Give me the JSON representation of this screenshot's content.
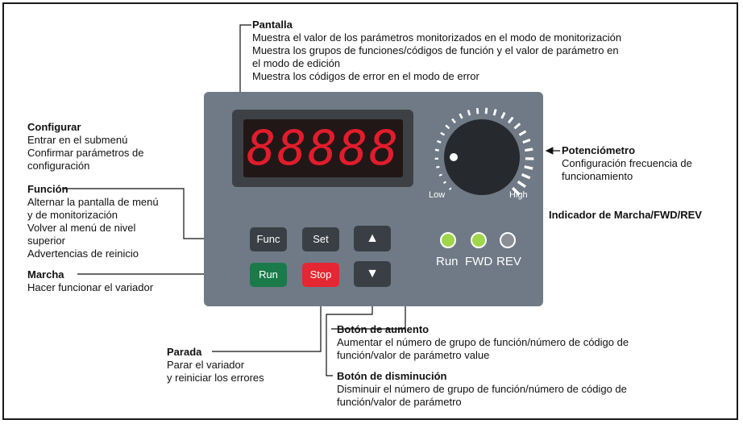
{
  "display": {
    "title": "Pantalla",
    "lines": [
      "Muestra el valor de los parámetros monitorizados en el modo de monitorización",
      "Muestra los grupos de funciones/códigos de función y el valor de parámetro en",
      "el modo de edición",
      "Muestra los códigos de error en el modo de error"
    ],
    "readout": "8.8.8.8.8."
  },
  "configurar": {
    "title": "Configurar",
    "lines": [
      "Entrar en el submenú",
      "Confirmar parámetros de",
      "configuración"
    ]
  },
  "funcion": {
    "title": "Función",
    "lines": [
      "Alternar la pantalla de menú",
      "y de monitorización",
      "Volver al menú de nivel",
      "superior",
      "Advertencias de reinicio"
    ]
  },
  "marcha": {
    "title": "Marcha",
    "lines": [
      "Hacer funcionar el variador"
    ]
  },
  "parada": {
    "title": "Parada",
    "lines": [
      "Parar el variador",
      "y reiniciar los errores"
    ]
  },
  "aumento": {
    "title": "Botón de aumento",
    "lines": [
      "Aumentar el número de grupo de función/número de código de",
      "función/valor de parámetro value"
    ]
  },
  "disminucion": {
    "title": "Botón de disminución",
    "lines": [
      "Disminuir el número de grupo de función/número de código de",
      "función/valor de parámetro"
    ]
  },
  "potenciometro": {
    "title": "Potenciómetro",
    "lines": [
      "Configuración frecuencia de",
      "funcionamiento"
    ],
    "low": "Low",
    "high": "High"
  },
  "indicador": {
    "title": "Indicador de Marcha/FWD/REV",
    "labels": [
      "Run",
      "FWD",
      "REV"
    ],
    "states": [
      "on",
      "on",
      "off"
    ]
  },
  "buttons": {
    "func": "Func",
    "set": "Set",
    "run": "Run",
    "stop": "Stop",
    "up": "▲",
    "down": "▼"
  },
  "colors": {
    "panel": "#6f7a86",
    "led_on": "#9fd64a",
    "led_off": "#8a8f95",
    "run": "#1a7a4a",
    "stop": "#e42733",
    "segment": "#e21c2c"
  }
}
